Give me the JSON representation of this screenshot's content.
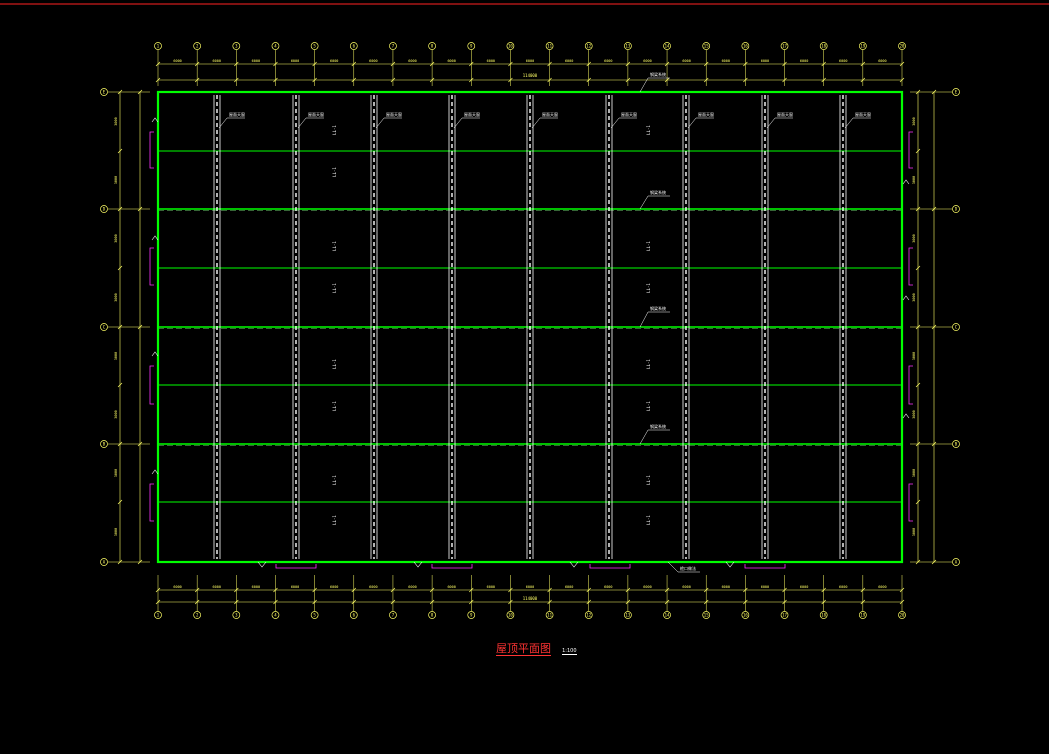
{
  "drawing": {
    "title": "屋顶平面图",
    "scale": "1:100",
    "grid_columns": [
      "1",
      "2",
      "3",
      "4",
      "5",
      "6",
      "7",
      "8",
      "9",
      "10",
      "11",
      "12",
      "13",
      "14",
      "15",
      "16",
      "17",
      "18",
      "19",
      "20"
    ],
    "grid_rows": [
      "A",
      "B",
      "C",
      "D",
      "E"
    ],
    "bay_dim": "6000",
    "row_dim": "3000",
    "total_dim": "114000",
    "truss_label": "屋面天窗",
    "purlin_label": "钢梁系统",
    "bracing_label": "LL-1",
    "edge_label": "檐口做法"
  },
  "colors": {
    "background": "#000000",
    "frame": "#00ff00",
    "dimension": "#ffff66",
    "wall": "#ffffff",
    "accent": "#ff33ff",
    "title": "#ff3333",
    "border": "#ff2222"
  }
}
